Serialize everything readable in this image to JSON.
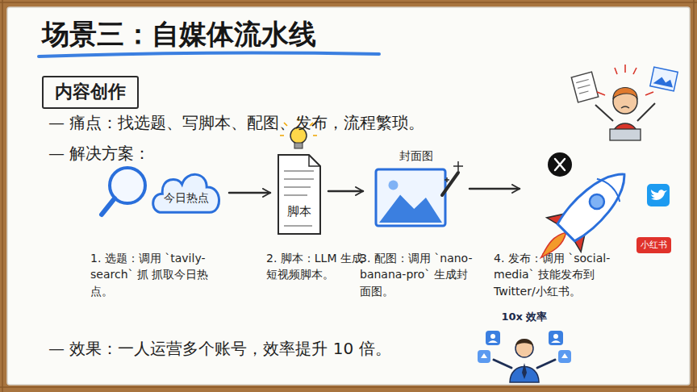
{
  "diagram": {
    "title": "场景三：自媒体流水线",
    "nodes": [
      {
        "text": [
          "内容创作"
        ]
      },
      {
        "text": [
          "今日热点"
        ]
      },
      {
        "text": [
          "脚本"
        ]
      },
      {
        "text": [
          "封面图"
        ]
      },
      {
        "text": [
          "小红书"
        ]
      }
    ],
    "edges": [
      {
        "from": 1,
        "to": 2,
        "arrow": "to"
      },
      {
        "from": 2,
        "to": 3,
        "arrow": "to"
      },
      {
        "from": 3,
        "to": 4,
        "arrow": "to"
      }
    ],
    "labels": [
      "— 痛点：找选题、写脚本、配图、发布，流程繁琐。",
      "— 解决方案：",
      "1. 选题：调用 `tavily-search` 抓 抓取今日热点。",
      "2. 脚本：LLM 生成 短视频脚本。",
      "3. 配图：调用 `nano-banana-pro` 生成封面图。",
      "4. 发布：调用 `social-media` 技能发布到 Twitter/小红书。",
      "— 效果：一人运营多个账号，效率提升 10 倍。",
      "10x 效率"
    ]
  }
}
